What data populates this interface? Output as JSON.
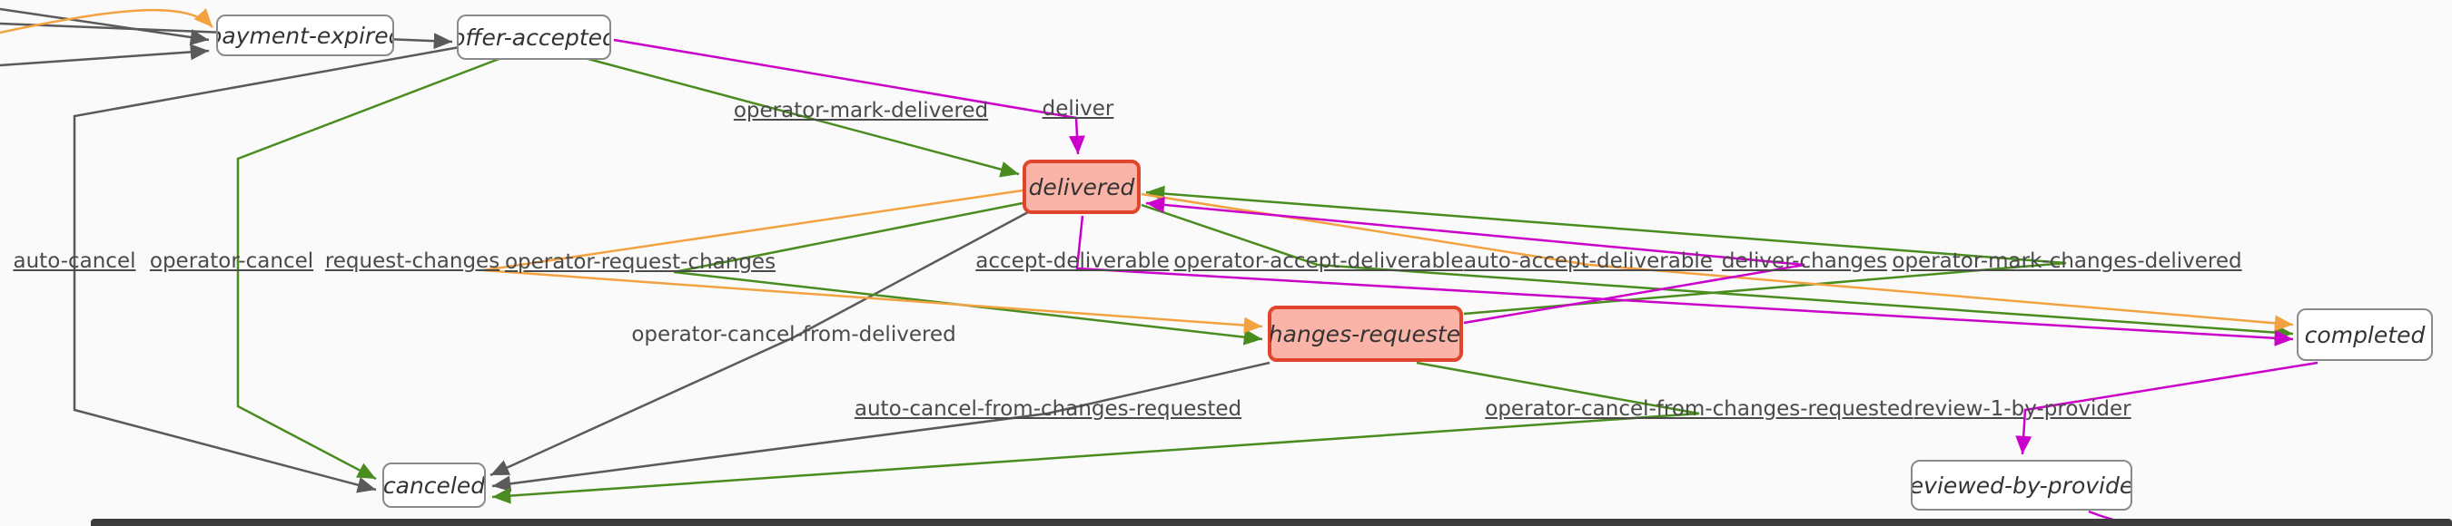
{
  "diagram": {
    "type": "state-machine-graph",
    "colors": {
      "background": "#fafafa",
      "node_border": "#8a8a8a",
      "node_fill": "#ffffff",
      "node_text": "#333333",
      "highlight_fill": "#f9b3a7",
      "highlight_border": "#e0442a",
      "edge_gray": "#5a5a5a",
      "edge_green": "#4a8c20",
      "edge_orange": "#f2a241",
      "edge_magenta": "#cb00cb",
      "label_text": "#4a4a4a"
    },
    "nodes": [
      {
        "id": "payment-expired",
        "label": "payment-expired",
        "highlight": false
      },
      {
        "id": "offer-accepted",
        "label": "offer-accepted",
        "highlight": false
      },
      {
        "id": "delivered",
        "label": "delivered",
        "highlight": true
      },
      {
        "id": "changes-requested",
        "label": "changes-requested",
        "highlight": true
      },
      {
        "id": "canceled",
        "label": "canceled",
        "highlight": false
      },
      {
        "id": "completed",
        "label": "completed",
        "highlight": false
      },
      {
        "id": "reviewed-by-provider",
        "label": "reviewed-by-provider",
        "highlight": false
      }
    ],
    "edge_labels": [
      {
        "id": "operator-mark-delivered",
        "label": "operator-mark-delivered",
        "underlined": true
      },
      {
        "id": "deliver",
        "label": "deliver",
        "underlined": true
      },
      {
        "id": "auto-cancel",
        "label": "auto-cancel",
        "underlined": true
      },
      {
        "id": "operator-cancel",
        "label": "operator-cancel",
        "underlined": true
      },
      {
        "id": "request-changes",
        "label": "request-changes",
        "underlined": true
      },
      {
        "id": "operator-request-changes",
        "label": "operator-request-changes",
        "underlined": true
      },
      {
        "id": "accept-deliverable",
        "label": "accept-deliverable",
        "underlined": true
      },
      {
        "id": "operator-accept-deliverable",
        "label": "operator-accept-deliverable",
        "underlined": true
      },
      {
        "id": "auto-accept-deliverable",
        "label": "auto-accept-deliverable",
        "underlined": true
      },
      {
        "id": "deliver-changes",
        "label": "deliver-changes",
        "underlined": true
      },
      {
        "id": "operator-mark-changes-delivered",
        "label": "operator-mark-changes-delivered",
        "underlined": true
      },
      {
        "id": "operator-cancel-from-delivered",
        "label": "operator-cancel-from-delivered",
        "underlined": false
      },
      {
        "id": "auto-cancel-from-changes-requested",
        "label": "auto-cancel-from-changes-requested",
        "underlined": true
      },
      {
        "id": "operator-cancel-from-changes-requested",
        "label": "operator-cancel-from-changes-requested",
        "underlined": true
      },
      {
        "id": "review-1-by-provider",
        "label": "review-1-by-provider",
        "underlined": true
      }
    ]
  }
}
